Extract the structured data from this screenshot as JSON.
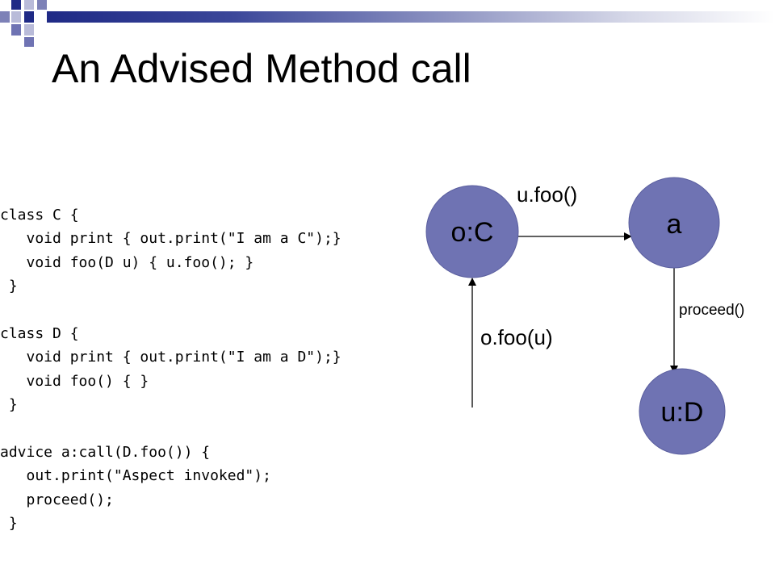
{
  "slide": {
    "title": "An Advised Method call"
  },
  "code_lines": [
    "class C {",
    "   void print { out.print(\"I am a C\");}",
    "   void foo(D u) { u.foo(); }",
    " }",
    "",
    "class D {",
    "   void print { out.print(\"I am a D\");}",
    "   void foo() { }",
    " }",
    "",
    "advice a:call(D.foo()) {",
    "   out.print(\"Aspect invoked\");",
    "   proceed();",
    " }"
  ],
  "diagram": {
    "nodes": {
      "oc": {
        "label": "o:C"
      },
      "a": {
        "label": "a"
      },
      "ud": {
        "label": "u:D"
      }
    },
    "edges": {
      "ufoo": {
        "label": "u.foo()"
      },
      "ofoo": {
        "label": "o.foo(u)"
      },
      "proceed": {
        "label": "proceed()"
      }
    },
    "colors": {
      "node_fill": "#6f73b3",
      "node_stroke": "#5a5e9e",
      "arrow": "#000000",
      "title_band": "#1f2a86",
      "accent_square": "#6f73b3"
    }
  }
}
